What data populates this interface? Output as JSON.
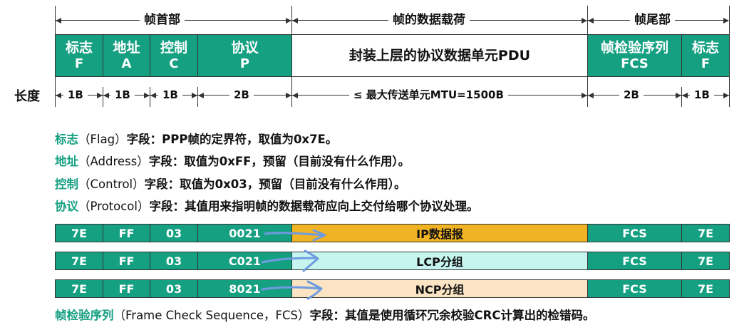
{
  "header_labels": {
    "frame_header": "帧首部",
    "payload": "帧的数据载荷",
    "frame_trailer": "帧尾部"
  },
  "frame_fields": [
    {
      "name": "标志",
      "abbr": "F"
    },
    {
      "name": "地址",
      "abbr": "A"
    },
    {
      "name": "控制",
      "abbr": "C"
    },
    {
      "name": "协议",
      "abbr": "P"
    },
    {
      "name": "封装上层的协议数据单元PDU",
      "abbr": ""
    },
    {
      "name": "帧检验序列",
      "abbr": "FCS"
    },
    {
      "name": "标志",
      "abbr": "F"
    }
  ],
  "length_label": "长度",
  "lengths": [
    "1B",
    "1B",
    "1B",
    "2B",
    "≤ 最大传送单元MTU=1500B",
    "2B",
    "1B"
  ],
  "descriptions": {
    "flag": {
      "term": "标志",
      "paren": "（Flag）",
      "text": "字段：PPP帧的定界符，取值为0x7E。"
    },
    "address": {
      "term": "地址",
      "paren": "（Address）",
      "text": "字段：取值为0xFF，预留（目前没有什么作用）。"
    },
    "control": {
      "term": "控制",
      "paren": "（Control）",
      "text": "字段：取值为0x03，预留（目前没有什么作用）。"
    },
    "protocol": {
      "term": "协议",
      "paren": "（Protocol）",
      "text": "字段：其值用来指明帧的数据载荷应向上交付给哪个协议处理。"
    },
    "fcs": {
      "term": "帧检验序列",
      "paren": "（Frame Check Sequence，FCS）",
      "text": "字段：其值是使用循环冗余校验CRC计算出的检错码。"
    }
  },
  "example_rows": [
    {
      "cells": [
        "7E",
        "FF",
        "03",
        "0021",
        "IP数据报",
        "FCS",
        "7E"
      ],
      "payload_color": "#f0b323"
    },
    {
      "cells": [
        "7E",
        "FF",
        "03",
        "C021",
        "LCP分组",
        "FCS",
        "7E"
      ],
      "payload_color": "#c6f5ef"
    },
    {
      "cells": [
        "7E",
        "FF",
        "03",
        "8021",
        "NCP分组",
        "FCS",
        "7E"
      ],
      "payload_color": "#fae4c4"
    }
  ],
  "colors": {
    "field_green": "#16a082",
    "arrow_blue": "#6f9be0"
  }
}
